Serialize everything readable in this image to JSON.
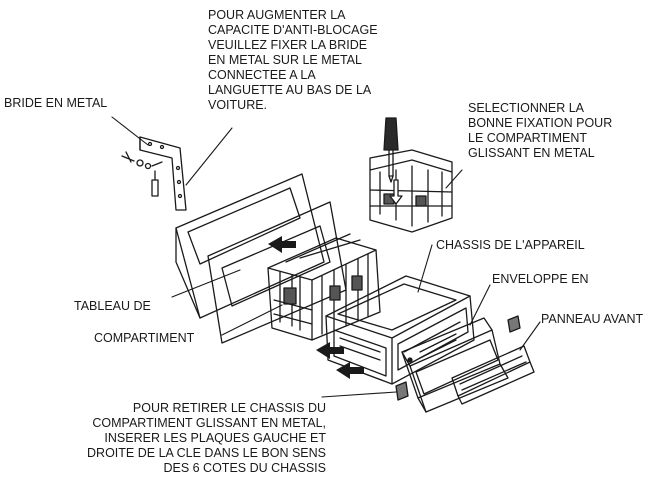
{
  "labels": {
    "top_note": "POUR AUGMENTER LA\nCAPACITE D'ANTI-BLOCAGE\nVEUILLEZ FIXER LA BRIDE\nEN METAL SUR LE METAL\nCONNECTEE A LA\nLANGUETTE AU BAS DE LA\nVOITURE.",
    "bracket": "BRIDE EN METAL",
    "mounting_note": "SELECTIONNER LA\nBONNE FIXATION POUR\nLE COMPARTIMENT\nGLISSANT EN METAL",
    "chassis": "CHASSIS DE L'APPAREIL",
    "dash_panel": "TABLEAU DE",
    "sleeve": "ENVELOPPE EN",
    "front_panel": "PANNEAU AVANT",
    "compartment": "COMPARTIMENT",
    "removal_note": "POUR RETIRER LE CHASSIS DU\nCOMPARTIMENT GLISSANT EN METAL,\nINSERER LES PLAQUES GAUCHE ET\nDROITE DE LA CLE DANS LE BON SENS\nDES 6 COTES DU CHASSIS"
  }
}
